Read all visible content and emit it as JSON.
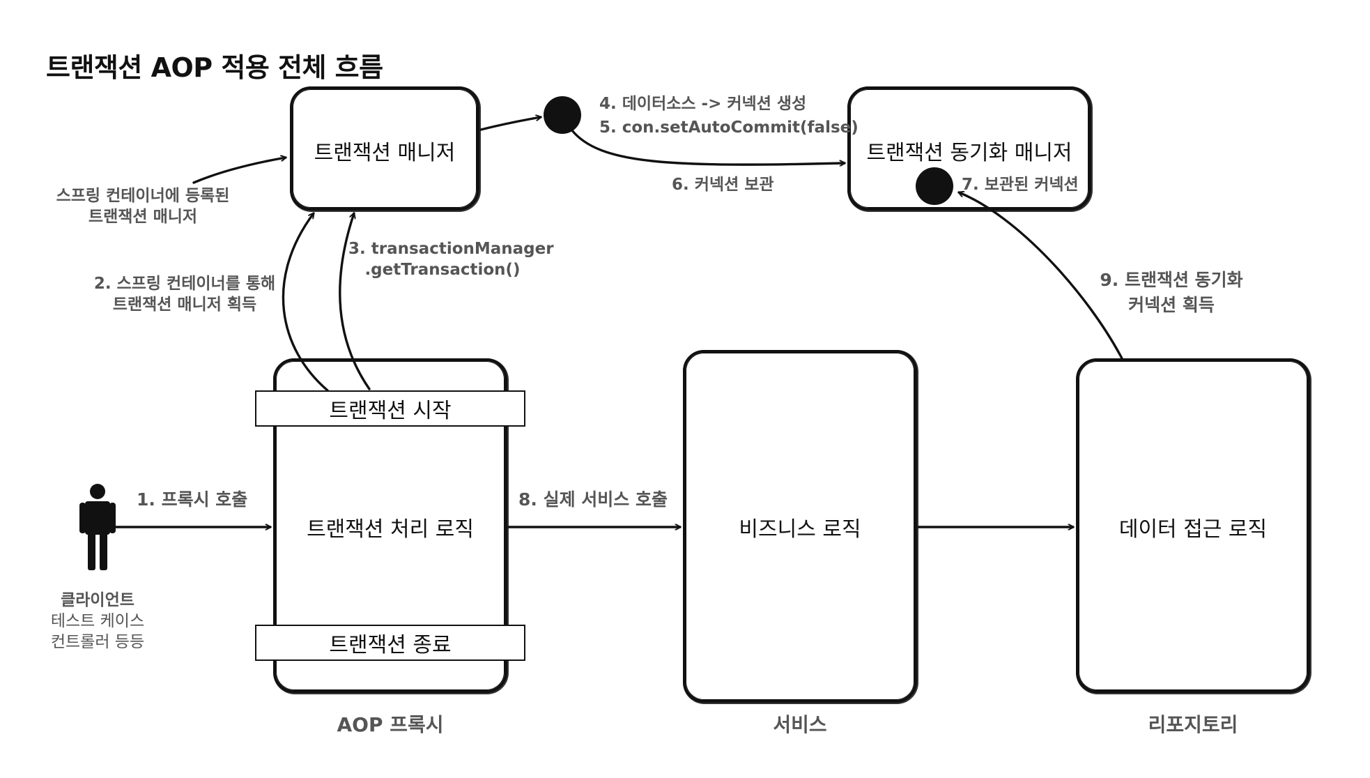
{
  "title": "트랜잭션 AOP 적용 전체 흐름",
  "boxes": {
    "tx_manager": "트랜잭션 매니저",
    "tx_sync_manager": "트랜잭션 동기화 매니저",
    "aop_proxy": "트랜잭션 처리 로직",
    "service": "비즈니스 로직",
    "repository": "데이터 접근 로직"
  },
  "bars": {
    "tx_start": "트랜잭션 시작",
    "tx_end": "트랜잭션 종료"
  },
  "captions": {
    "aop_proxy": "AOP 프록시",
    "service": "서비스",
    "repository": "리포지토리"
  },
  "client": {
    "line1": "클라이언트",
    "line2": "테스트 케이스",
    "line3": "컨트롤러 등등"
  },
  "notes": {
    "spring_registered_line1": "스프링 컨테이너에 등록된",
    "spring_registered_line2": "트랜잭션 매니저",
    "step1": "1. 프록시 호출",
    "step2_line1": "2. 스프링 컨테이너를 통해",
    "step2_line2": "트랜잭션 매니저 획득",
    "step3_line1": "3. transactionManager",
    "step3_line2": ".getTransaction()",
    "step4": "4. 데이터소스 -> 커넥션 생성",
    "step5": "5. con.setAutoCommit(false)",
    "step6": "6. 커넥션 보관",
    "step7": "7. 보관된 커넥션",
    "step8": "8. 실제 서비스 호출",
    "step9_line1": "9. 트랜잭션 동기화",
    "step9_line2": "커넥션 획득"
  }
}
